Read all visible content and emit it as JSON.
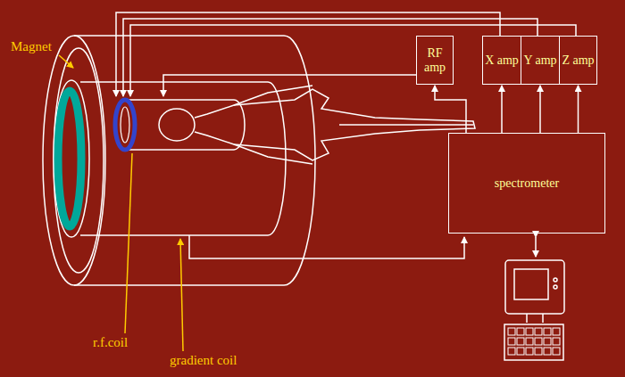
{
  "diagram": {
    "nodes": [
      {
        "text": [
          "RF amp"
        ]
      },
      {
        "text": [
          "X amp"
        ]
      },
      {
        "text": [
          "Y amp"
        ]
      },
      {
        "text": [
          "Z amp"
        ]
      },
      {
        "text": [
          "spectrometer"
        ]
      }
    ],
    "edges": [
      {
        "from": 4,
        "to": 0,
        "arrow": "to"
      },
      {
        "from": 4,
        "to": 1,
        "arrow": "to"
      },
      {
        "from": 4,
        "to": 2,
        "arrow": "to"
      },
      {
        "from": 4,
        "to": 3,
        "arrow": "to"
      }
    ],
    "labels": [
      "Magnet",
      "r.f.coil",
      "gradient coil"
    ]
  }
}
